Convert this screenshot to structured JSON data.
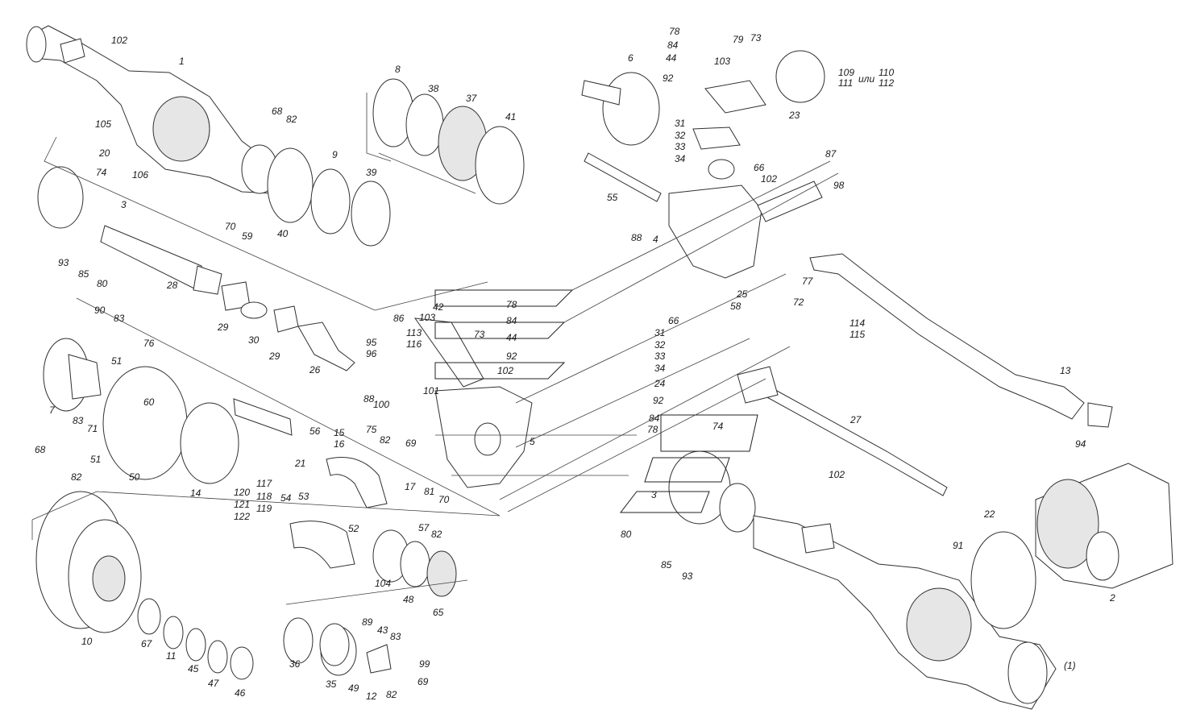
{
  "labels": [
    "102",
    "1",
    "105",
    "20",
    "106",
    "74",
    "3",
    "68",
    "82",
    "70",
    "59",
    "40",
    "9",
    "39",
    "8",
    "38",
    "37",
    "41",
    "93",
    "85",
    "80",
    "28",
    "29",
    "30",
    "29",
    "26",
    "90",
    "83",
    "76",
    "51",
    "7",
    "83",
    "71",
    "51",
    "68",
    "82",
    "60",
    "50",
    "14",
    "56",
    "117",
    "118",
    "119",
    "120",
    "121",
    "122",
    "15",
    "16",
    "21",
    "54",
    "53",
    "52",
    "17",
    "81",
    "70",
    "57",
    "82",
    "10",
    "67",
    "11",
    "45",
    "47",
    "46",
    "36",
    "35",
    "89",
    "43",
    "83",
    "99",
    "49",
    "12",
    "82",
    "69",
    "6",
    "78",
    "84",
    "44",
    "79",
    "73",
    "103",
    "92",
    "109",
    "110",
    "111",
    "или",
    "112",
    "23",
    "31",
    "32",
    "33",
    "34",
    "66",
    "102",
    "55",
    "88",
    "4",
    "87",
    "98",
    "77",
    "25",
    "58",
    "72",
    "78",
    "42",
    "84",
    "103",
    "113",
    "116",
    "73",
    "44",
    "92",
    "102",
    "86",
    "95",
    "96",
    "88",
    "100",
    "101",
    "75",
    "82",
    "69",
    "5",
    "66",
    "31",
    "32",
    "33",
    "34",
    "24",
    "92",
    "84",
    "78",
    "74",
    "3",
    "114",
    "115",
    "13",
    "27",
    "102",
    "80",
    "85",
    "93",
    "94",
    "22",
    "91",
    "2",
    "(1)",
    "104",
    "48",
    "65"
  ]
}
